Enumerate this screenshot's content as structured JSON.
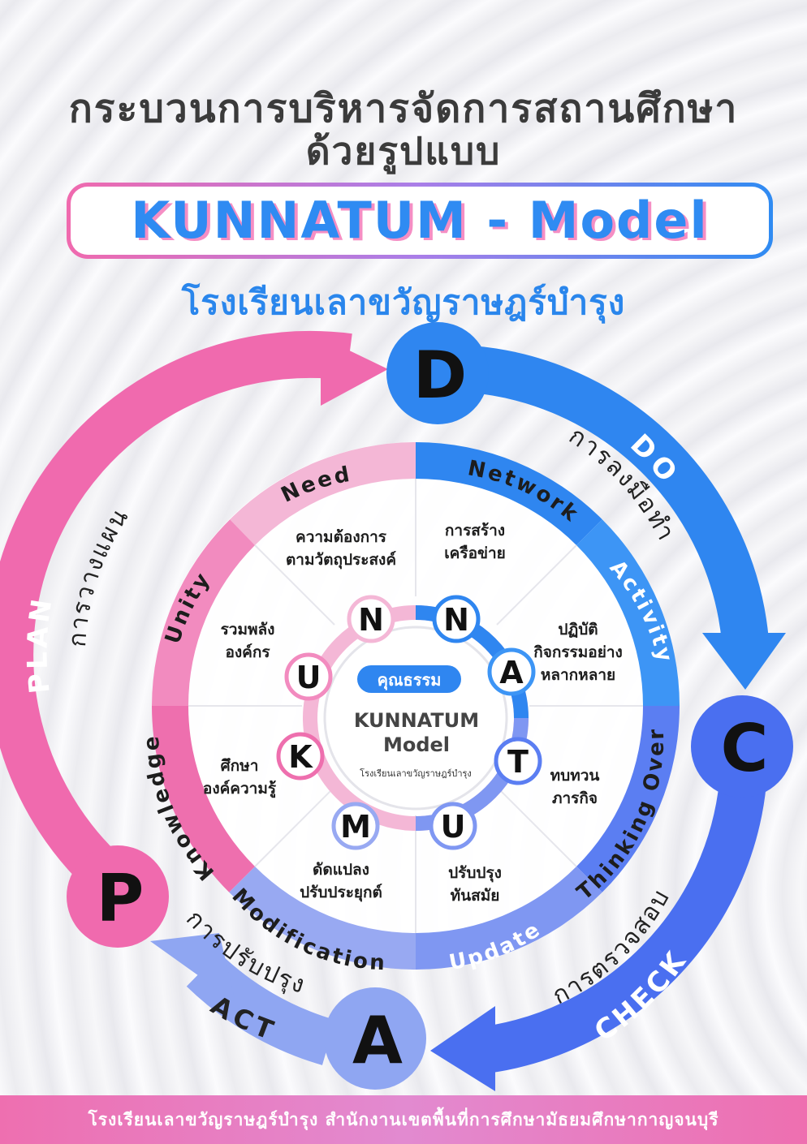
{
  "header": {
    "title_line1": "กระบวนการบริหารจัดการสถานศึกษา",
    "title_line2": "ด้วยรูปแบบ",
    "model_name": "KUNNATUM - Model",
    "school_name": "โรงเรียนเลาขวัญราษฎร์บำรุง"
  },
  "pdca": {
    "letters": {
      "d": "D",
      "c": "C",
      "a": "A",
      "p": "P"
    },
    "plan": {
      "en": "PLAN",
      "th": "การวางแผน"
    },
    "do": {
      "en": "DO",
      "th": "การลงมือทำ"
    },
    "check": {
      "en": "CHECK",
      "th": "การตรวจสอบ"
    },
    "act": {
      "en": "ACT",
      "th": "การปรับปรุง"
    },
    "colors": {
      "plan": "#f06aae",
      "do": "#2f86f0",
      "check": "#4a6ff0",
      "act": "#8fa6f2"
    }
  },
  "segments": [
    {
      "en": "Need",
      "th1": "ความต้องการ",
      "th2": "ตามวัตถุประสงค์",
      "letter": "N"
    },
    {
      "en": "Network",
      "th1": "การสร้าง",
      "th2": "เครือข่าย",
      "letter": "N"
    },
    {
      "en": "Activity",
      "th1": "ปฏิบัติ",
      "th2": "กิจกรรมอย่าง",
      "th3": "หลากหลาย",
      "letter": "A"
    },
    {
      "en": "Thinking Over",
      "th1": "ทบทวน",
      "th2": "ภารกิจ",
      "letter": "T"
    },
    {
      "en": "Update",
      "th1": "ปรับปรุง",
      "th2": "ทันสมัย",
      "letter": "U"
    },
    {
      "en": "Modification",
      "th1": "ดัดแปลง",
      "th2": "ปรับประยุกต์",
      "letter": "M"
    },
    {
      "en": "Knowledge",
      "th1": "ศึกษา",
      "th2": "องค์ความรู้",
      "letter": "K"
    },
    {
      "en": "Unity",
      "th1": "รวมพลัง",
      "th2": "องค์กร",
      "letter": "U"
    }
  ],
  "center": {
    "badge": "คุณธรรม",
    "line1": "KUNNATUM",
    "line2": "Model",
    "school": "โรงเรียนเลาขวัญราษฎร์บำรุง"
  },
  "footer": {
    "text": "โรงเรียนเลาขวัญราษฎร์บำรุง สำนักงานเขตพื้นที่การศึกษามัธยมศึกษากาญจนบุรี"
  }
}
